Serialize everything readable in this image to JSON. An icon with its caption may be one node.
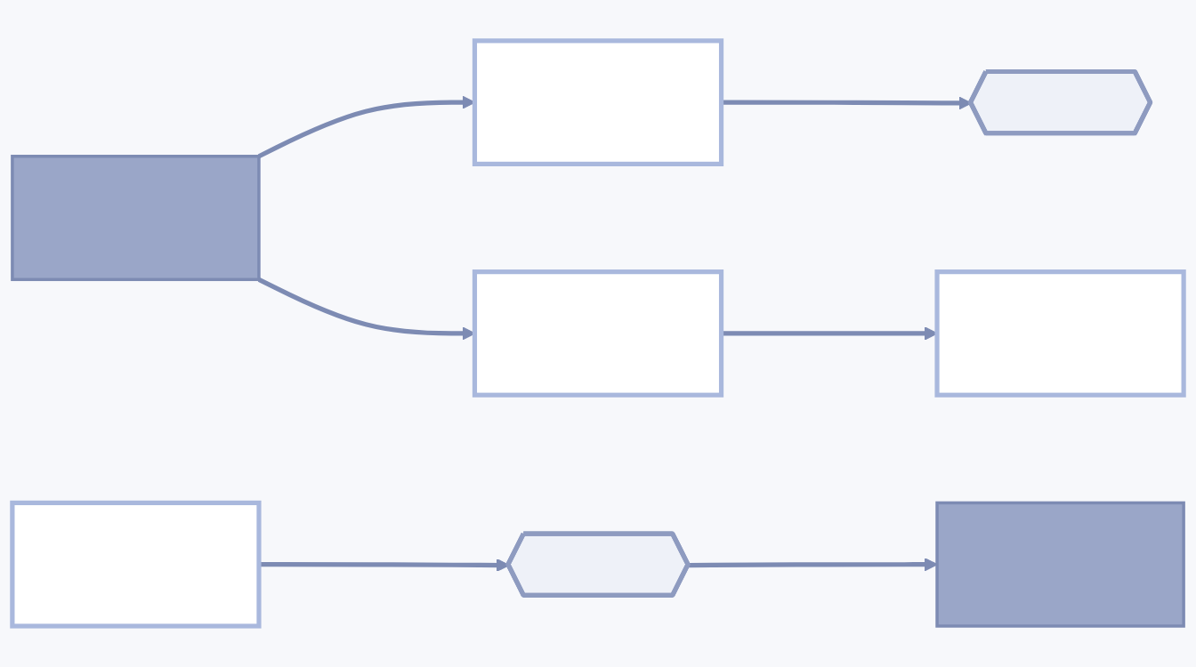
{
  "diagram": {
    "nodes": [
      {
        "text": [],
        "shape": "box"
      },
      {
        "text": [],
        "shape": "box"
      },
      {
        "text": [],
        "shape": "hexagon"
      },
      {
        "text": [],
        "shape": "box"
      },
      {
        "text": [],
        "shape": "box"
      },
      {
        "text": [],
        "shape": "box"
      },
      {
        "text": [],
        "shape": "hexagon"
      },
      {
        "text": [],
        "shape": "box"
      }
    ],
    "edges": [
      {
        "from": 0,
        "to": 1,
        "arrow": "to"
      },
      {
        "from": 1,
        "to": 2,
        "arrow": "to"
      },
      {
        "from": 0,
        "to": 3,
        "arrow": "to"
      },
      {
        "from": 3,
        "to": 4,
        "arrow": "to"
      },
      {
        "from": 5,
        "to": 6,
        "arrow": "to"
      },
      {
        "from": 6,
        "to": 7,
        "arrow": "to"
      }
    ]
  }
}
